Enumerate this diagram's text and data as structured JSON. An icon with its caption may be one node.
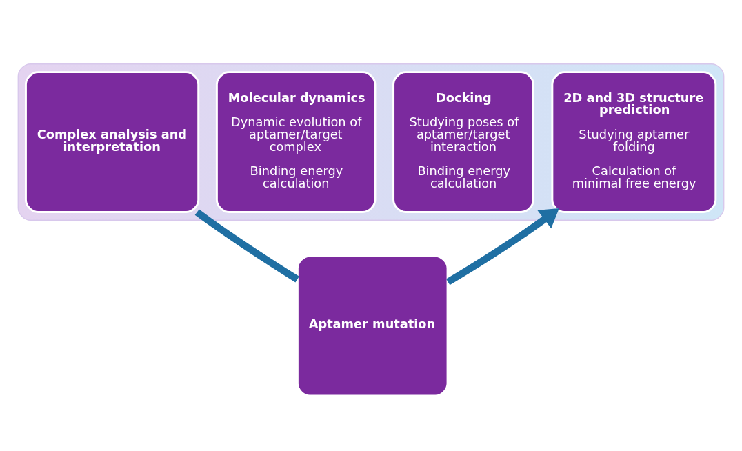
{
  "diagram": {
    "nodes": [
      {
        "text": [],
        "shape": "arrow"
      },
      {
        "text": [
          "2D and 3D structure prediction",
          "Studying aptamer folding",
          "Calculation of minimal free energy"
        ],
        "in": 0
      },
      {
        "text": [
          "Docking",
          "Studying poses of aptamer/target interaction",
          "Binding energy calculation"
        ],
        "in": 0
      },
      {
        "text": [
          "Molecular dynamics",
          "Dynamic evolution of aptamer/target complex",
          "Binding energy calculation"
        ],
        "in": 0
      },
      {
        "text": [
          "Complex analysis and interpretation"
        ],
        "in": 0
      },
      {
        "text": [
          "Aptamer mutation"
        ]
      }
    ],
    "edges": [
      {
        "from": 4,
        "to": 5,
        "arrow": "none"
      },
      {
        "from": 5,
        "to": 1,
        "arrow": "to"
      }
    ]
  }
}
